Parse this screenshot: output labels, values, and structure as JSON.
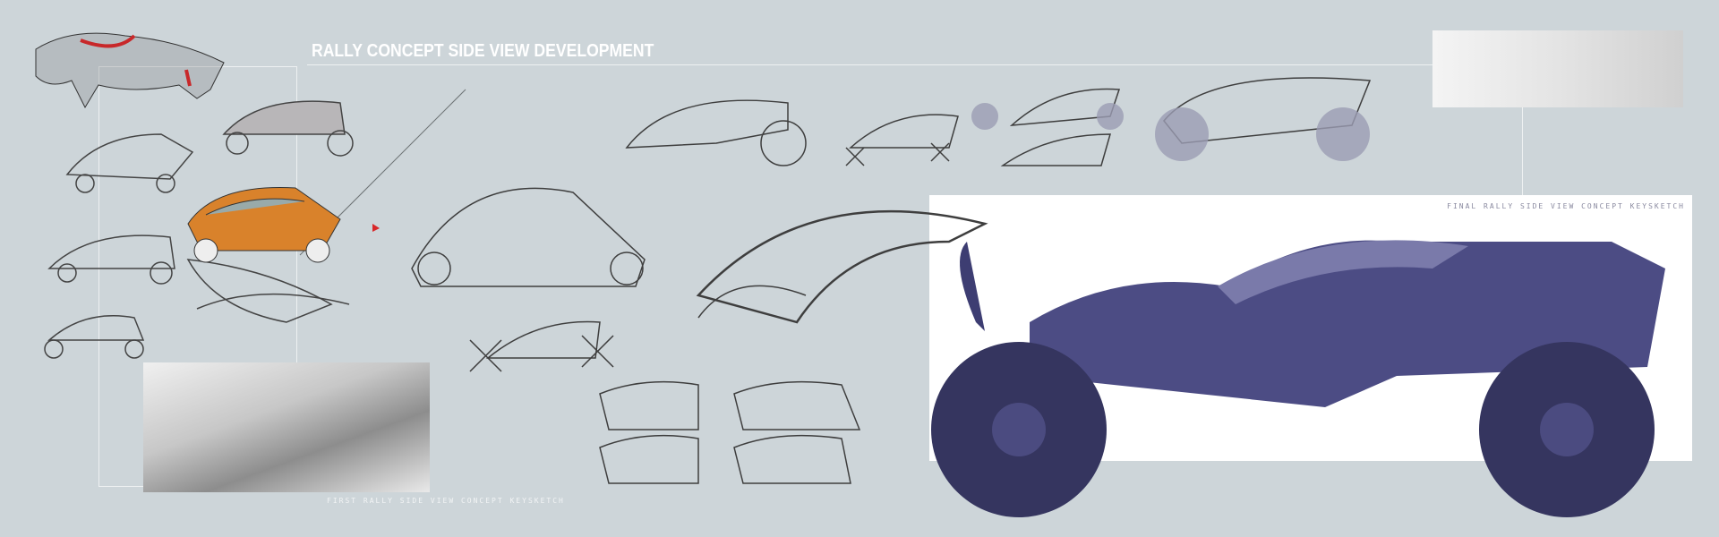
{
  "board": {
    "title": "RALLY CONCEPT SIDE VIEW DEVELOPMENT",
    "final_caption": "FINAL RALLY SIDE VIEW CONCEPT KEYSKETCH",
    "first_caption": "FIRST RALLY SIDE VIEW CONCEPT KEYSKETCH"
  },
  "colors": {
    "background": "#cdd5d9",
    "render_body": "#3d3d72",
    "accent_orange": "#d9822b",
    "bull_accent_red": "#c8282a",
    "marker_circle": "#9b9cb3"
  }
}
